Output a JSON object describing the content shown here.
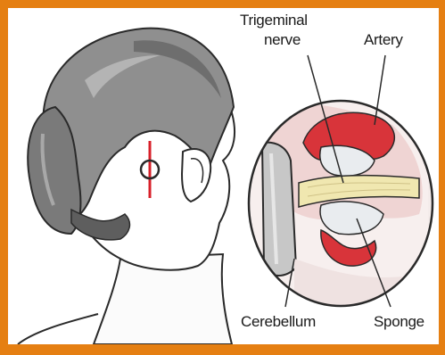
{
  "labels": {
    "trigeminal_line1": "Trigeminal",
    "trigeminal_line2": "nerve",
    "artery": "Artery",
    "cerebellum": "Cerebellum",
    "sponge": "Sponge"
  },
  "colors": {
    "border": "#e57f12",
    "incision": "#d8202a",
    "artery": "#d8343a",
    "nerve": "#f0e7b0",
    "hair": "#8d8d8d",
    "outline": "#2a2a2a"
  }
}
